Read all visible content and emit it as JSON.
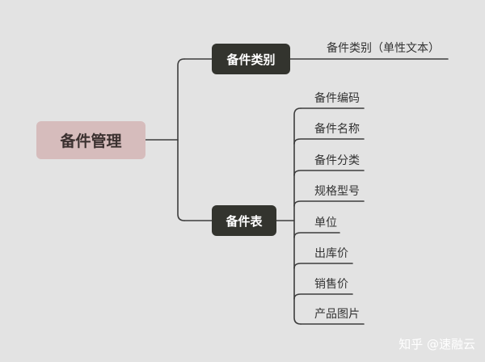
{
  "root": {
    "label": "备件管理"
  },
  "branches": [
    {
      "label": "备件类别",
      "children": [
        "备件类别（单性文本）"
      ]
    },
    {
      "label": "备件表",
      "children": [
        "备件编码",
        "备件名称",
        "备件分类",
        "规格型号",
        "单位",
        "出库价",
        "销售价",
        "产品图片"
      ]
    }
  ],
  "watermark": "知乎 @速融云",
  "colors": {
    "background": "#e3e3e3",
    "root_fill": "#d6bcbc",
    "branch_fill": "#33342e",
    "line": "#3d3d3d"
  }
}
